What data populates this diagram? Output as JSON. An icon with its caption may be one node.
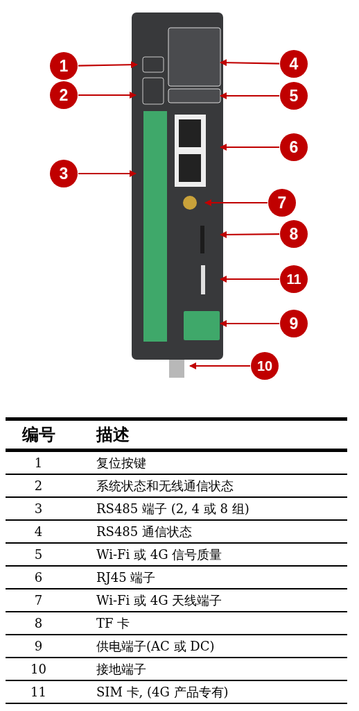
{
  "diagram": {
    "nodes": [
      {
        "text": [
          "1"
        ]
      },
      {
        "text": [
          "4"
        ]
      },
      {
        "text": [
          "2"
        ]
      },
      {
        "text": [
          "5"
        ]
      },
      {
        "text": [
          "6"
        ]
      },
      {
        "text": [
          "3"
        ]
      },
      {
        "text": [
          "7"
        ]
      },
      {
        "text": [
          "8"
        ]
      },
      {
        "text": [
          "11"
        ]
      },
      {
        "text": [
          "9"
        ]
      },
      {
        "text": [
          "10"
        ]
      }
    ],
    "edges": [
      {
        "from": 0,
        "to": null,
        "arrow": "to"
      },
      {
        "from": 1,
        "to": null,
        "arrow": "to"
      },
      {
        "from": 2,
        "to": null,
        "arrow": "to"
      },
      {
        "from": 3,
        "to": null,
        "arrow": "to"
      },
      {
        "from": 4,
        "to": null,
        "arrow": "to"
      },
      {
        "from": 5,
        "to": null,
        "arrow": "to"
      },
      {
        "from": 6,
        "to": null,
        "arrow": "to"
      },
      {
        "from": 7,
        "to": null,
        "arrow": "to"
      },
      {
        "from": 8,
        "to": null,
        "arrow": "to"
      },
      {
        "from": 9,
        "to": null,
        "arrow": "to"
      },
      {
        "from": 10,
        "to": null,
        "arrow": "to"
      }
    ],
    "labels": [
      "编号",
      "描述",
      "1",
      "复位按键",
      "2",
      "系统状态和无线通信状态",
      "3",
      "RS485 端子 (2, 4 或 8 组)",
      "4",
      "RS485 通信状态",
      "5",
      "Wi-Fi 或 4G 信号质量",
      "6",
      "RJ45 端子",
      "7",
      "Wi-Fi 或 4G 天线端子",
      "8",
      "TF 卡",
      "9",
      "供电端子(AC 或 DC)",
      "10",
      "接地端子",
      "11",
      "SIM 卡, (4G 产品专有)"
    ]
  }
}
